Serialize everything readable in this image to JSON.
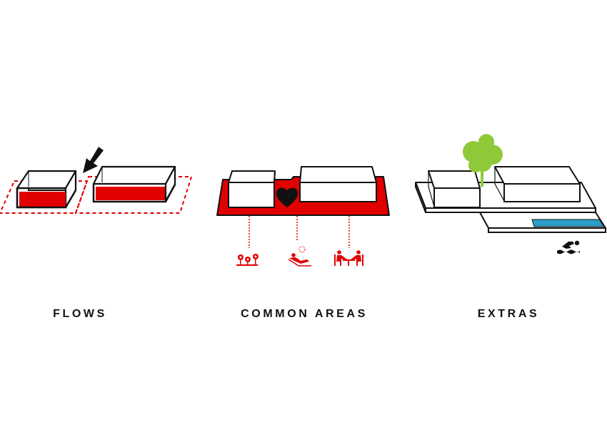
{
  "panels": [
    {
      "id": "flows",
      "label": "FLOWS"
    },
    {
      "id": "common",
      "label": "COMMON AREAS"
    },
    {
      "id": "extras",
      "label": "EXTRAS"
    }
  ],
  "colors": {
    "accent_red": "#e10000",
    "outline": "#111111",
    "tree_green": "#8fc93a",
    "pool_blue": "#2a9ec9",
    "background": "#ffffff"
  },
  "icons": [
    "down-left-arrow-icon",
    "heart-icon",
    "flowers-icon",
    "sunbathing-icon",
    "people-at-table-icon",
    "swimmer-icon",
    "tree-icon"
  ]
}
